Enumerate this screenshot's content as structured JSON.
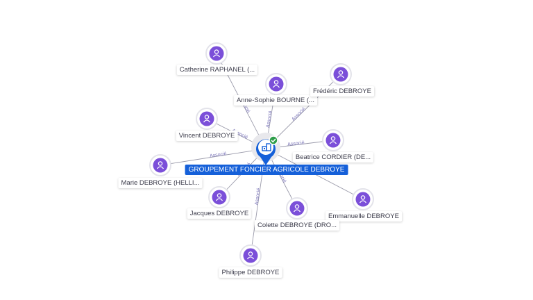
{
  "center": {
    "label": "GROUPEMENT FONCIER AGRICOLE DEBROYE",
    "icon": "company-icon",
    "status_icon": "check-badge-icon",
    "brand_color": "#1560d9",
    "status_color": "#2e9d4a"
  },
  "edge_label": "Associé",
  "node_color": "#7b4fd9",
  "people": [
    {
      "name": "Catherine RAPHANEL (..."
    },
    {
      "name": "Anne-Sophie BOURNE (..."
    },
    {
      "name": "Frédéric DEBROYE"
    },
    {
      "name": "Vincent DEBROYE"
    },
    {
      "name": "Beatrice CORDIER (DE..."
    },
    {
      "name": "Marie DEBROYE (HELLI..."
    },
    {
      "name": "Emmanuelle DEBROYE"
    },
    {
      "name": "Jacques DEBROYE"
    },
    {
      "name": "Colette DEBROYE (DRO..."
    },
    {
      "name": "Philippe DEBROYE"
    }
  ]
}
